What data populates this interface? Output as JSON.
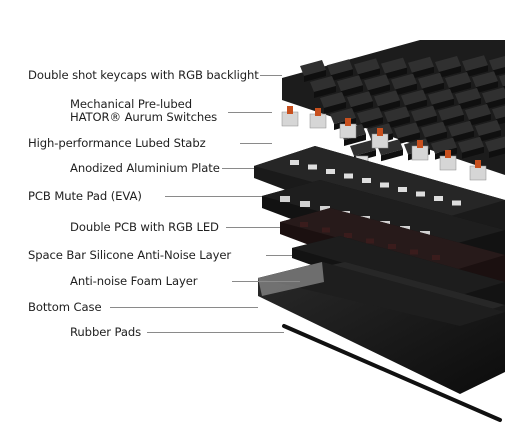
{
  "diagram": {
    "layers": [
      {
        "id": "keycaps",
        "label": "Double shot keycaps with RGB backlight"
      },
      {
        "id": "switches",
        "label_lines": [
          "Mechanical Pre-lubed",
          "HATOR® Aurum Switches"
        ]
      },
      {
        "id": "stabz",
        "label": "High-performance Lubed Stabz"
      },
      {
        "id": "plate",
        "label": "Anodized Aluminium Plate"
      },
      {
        "id": "mute-pad",
        "label": "PCB Mute Pad (EVA)"
      },
      {
        "id": "pcb",
        "label": "Double PCB with RGB LED"
      },
      {
        "id": "silicone",
        "label": "Space Bar Silicone Anti-Noise Layer"
      },
      {
        "id": "foam",
        "label": "Anti-noise Foam Layer"
      },
      {
        "id": "case",
        "label": "Bottom Case"
      },
      {
        "id": "pads",
        "label": "Rubber Pads"
      }
    ]
  },
  "colors": {
    "text": "#1f1f1f",
    "leader": "#8a8a8a",
    "keycap_top": "#2b2b2b",
    "keycap_side": "#121212",
    "switch_stem": "#c8501e",
    "switch_housing": "#d9d9d9",
    "plate": "#1b1b1b",
    "case": "#161616",
    "case_clear": "#9a9a9a"
  },
  "icons": [
    "keyboard-exploded-view"
  ]
}
